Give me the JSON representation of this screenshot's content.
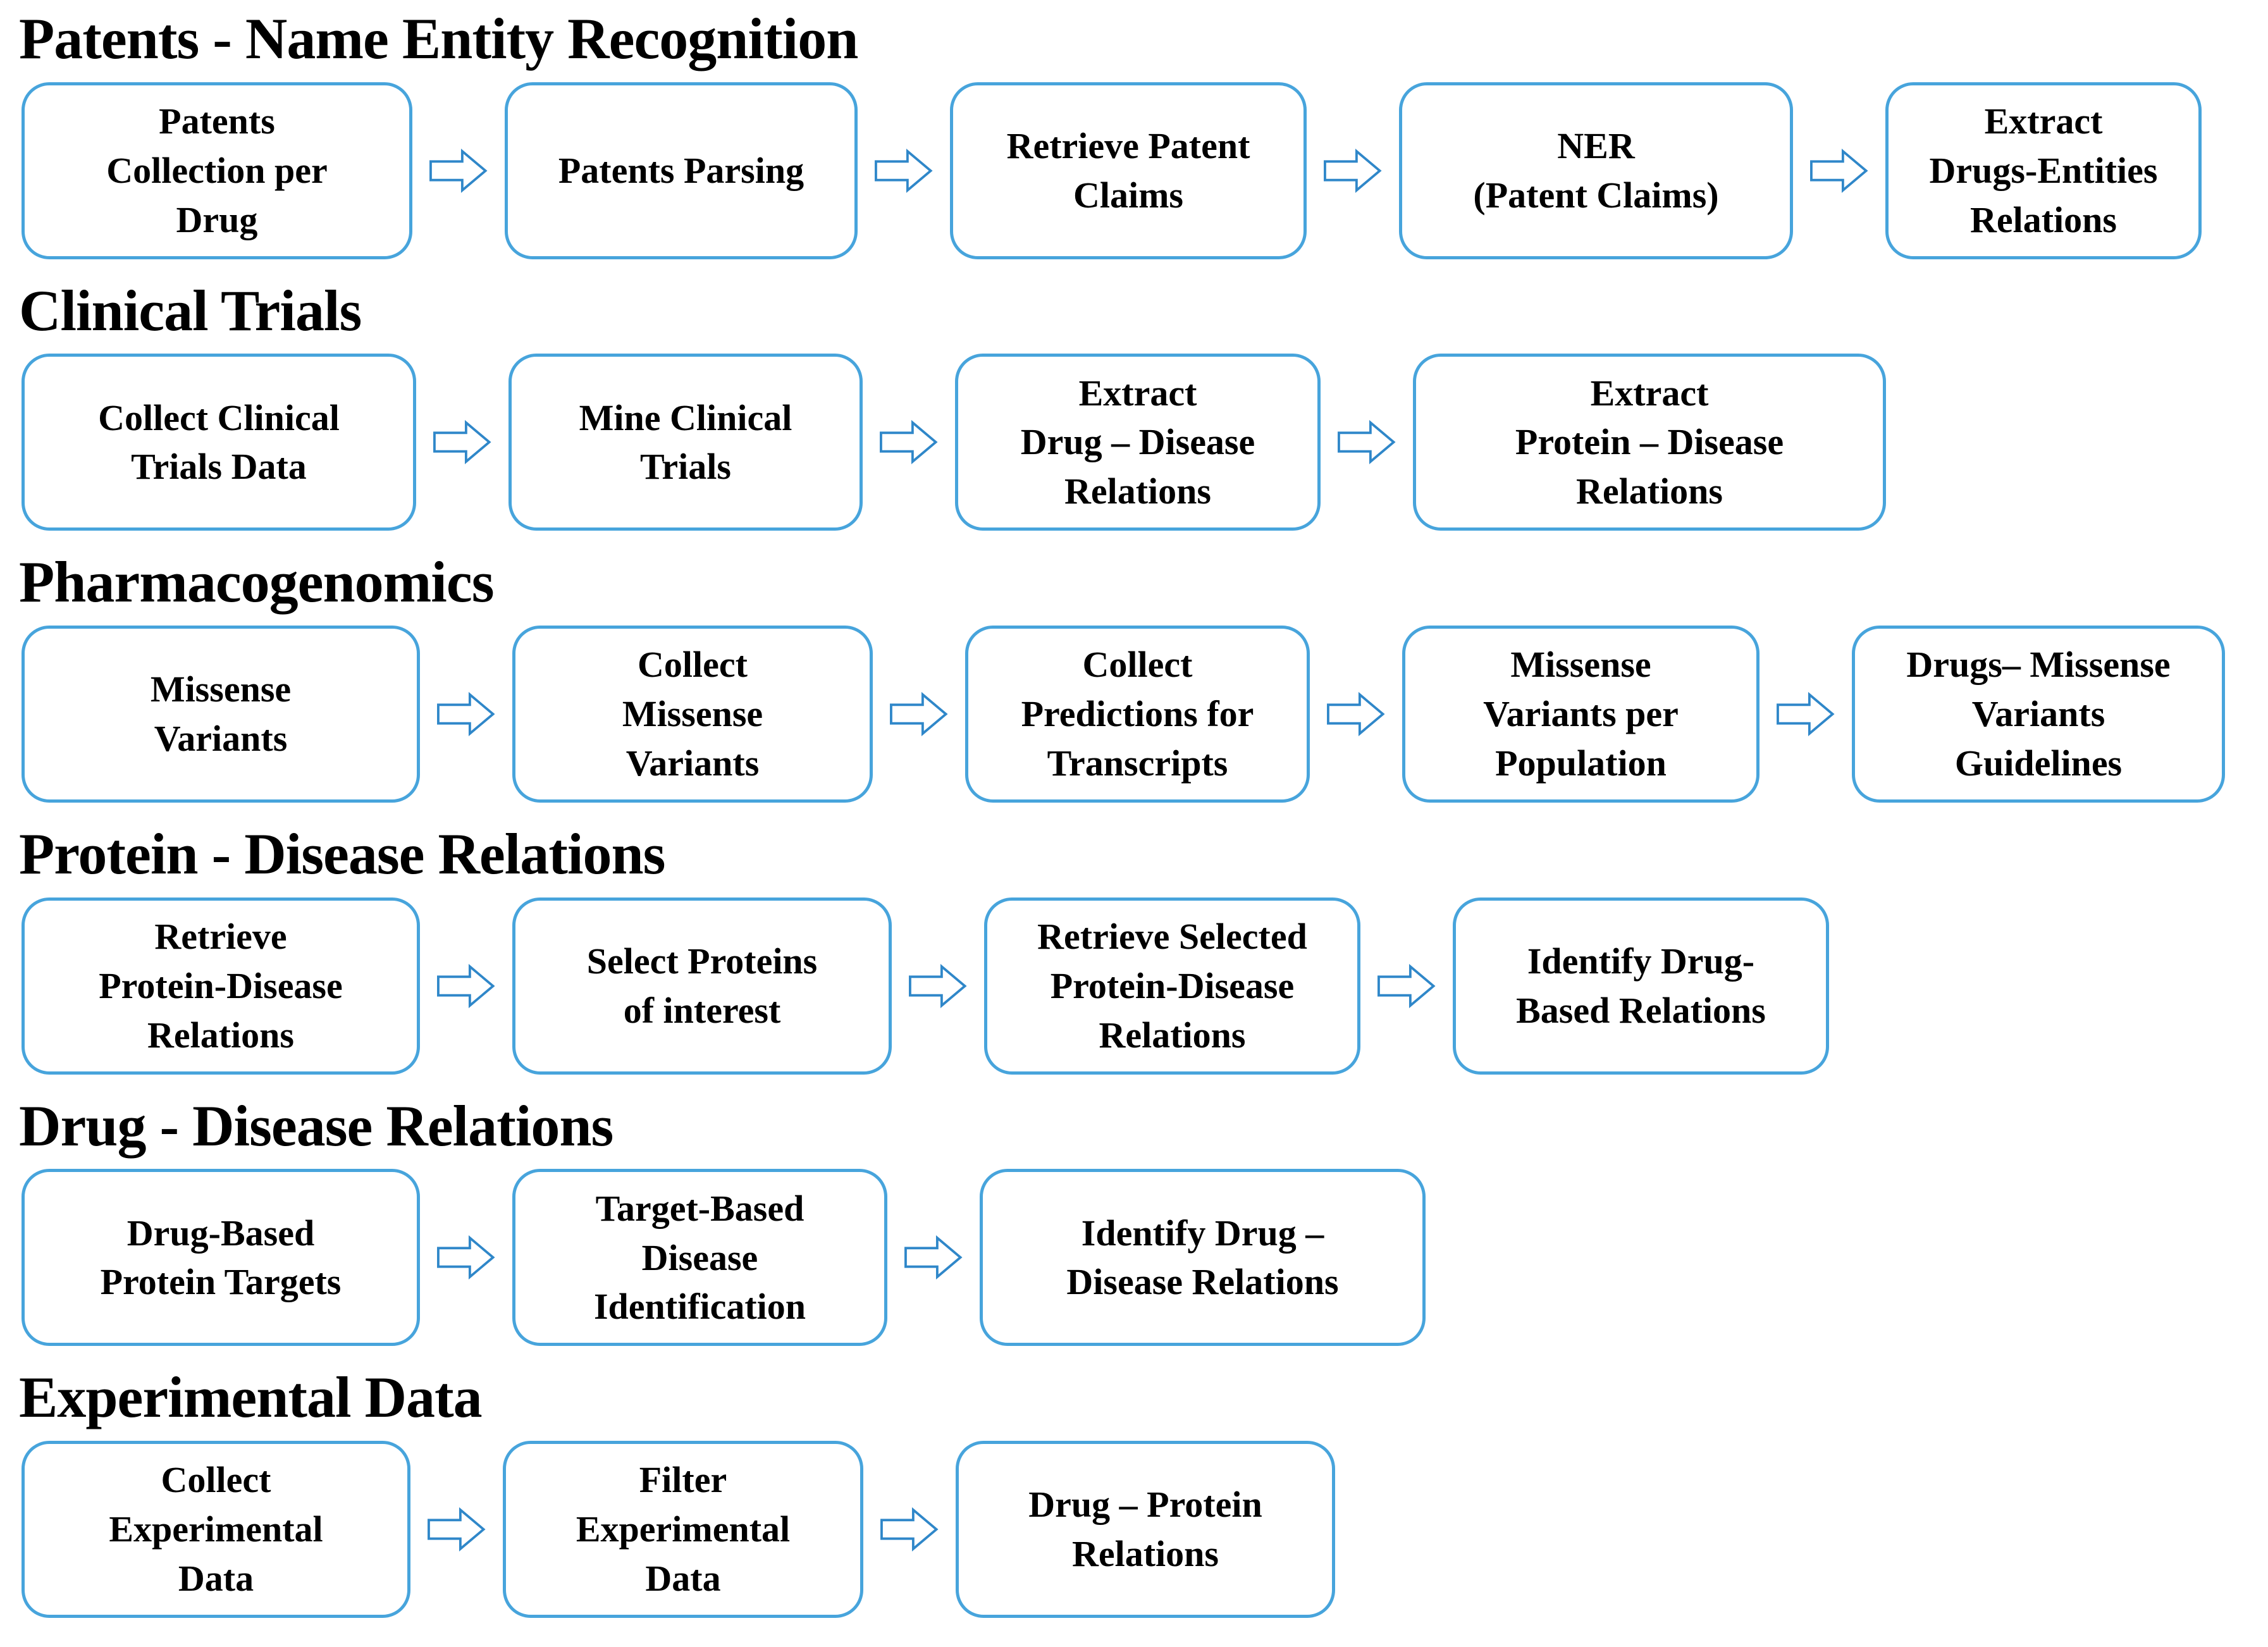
{
  "colors": {
    "box_border": "#47a4dc",
    "arrow_outline": "#2f87c9",
    "text": "#000000",
    "background": "#ffffff"
  },
  "sections": [
    {
      "title": "Patents - Name Entity Recognition",
      "boxes": [
        "Patents\nCollection per\nDrug",
        "Patents Parsing",
        "Retrieve Patent\nClaims",
        "NER\n(Patent Claims)",
        "Extract\nDrugs-Entities\nRelations"
      ]
    },
    {
      "title": "Clinical Trials",
      "boxes": [
        "Collect Clinical\nTrials Data",
        "Mine Clinical\nTrials",
        "Extract\nDrug – Disease\nRelations",
        "Extract\nProtein – Disease\nRelations"
      ]
    },
    {
      "title": "Pharmacogenomics",
      "boxes": [
        "Missense\nVariants",
        "Collect\nMissense\nVariants",
        "Collect\nPredictions for\nTranscripts",
        "Missense\nVariants per\nPopulation",
        "Drugs– Missense\nVariants\nGuidelines"
      ]
    },
    {
      "title": "Protein - Disease Relations",
      "boxes": [
        "Retrieve\nProtein-Disease\nRelations",
        "Select Proteins\nof interest",
        "Retrieve Selected\nProtein-Disease\nRelations",
        "Identify Drug-\nBased Relations"
      ]
    },
    {
      "title": "Drug - Disease Relations",
      "boxes": [
        "Drug-Based\nProtein Targets",
        "Target-Based\nDisease\nIdentification",
        "Identify Drug –\nDisease Relations"
      ]
    },
    {
      "title": "Experimental Data",
      "boxes": [
        "Collect\nExperimental\nData",
        "Filter\nExperimental\nData",
        "Drug – Protein\nRelations"
      ]
    }
  ]
}
